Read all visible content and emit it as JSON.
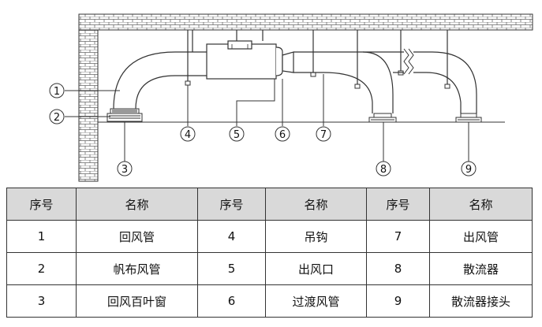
{
  "callouts": [
    "1",
    "2",
    "3",
    "4",
    "5",
    "6",
    "7",
    "8",
    "9"
  ],
  "table": {
    "headers": [
      "序号",
      "名称",
      "序号",
      "名称",
      "序号",
      "名称"
    ],
    "rows": [
      [
        "1",
        "回风管",
        "4",
        "吊钩",
        "7",
        "出风管"
      ],
      [
        "2",
        "帆布风管",
        "5",
        "出风口",
        "8",
        "散流器"
      ],
      [
        "3",
        "回风百叶窗",
        "6",
        "过渡风管",
        "9",
        "散流器接头"
      ]
    ]
  },
  "colors": {
    "line": "#333333",
    "header_fill": "#d9d9d9",
    "brick": "#555555"
  }
}
